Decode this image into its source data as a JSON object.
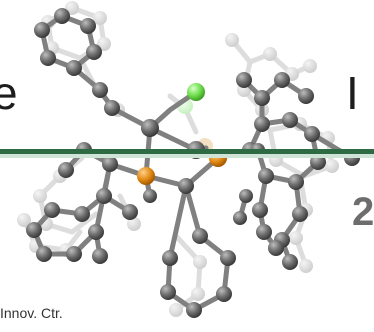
{
  "text_fragments": {
    "left_edge": "e",
    "right_edge": "I",
    "right_number": "2",
    "caption": "Innov. Ctr."
  },
  "colors": {
    "divider_line": "#2e6b45",
    "carbon_atom": "#6e6e6e",
    "ghost_atom": "#d2d2d2",
    "phosphorus_atom": "#e08a12",
    "fluorine_atom": "#6ddc4a",
    "bond": "#808080",
    "ghost_bond": "#dddddd"
  }
}
